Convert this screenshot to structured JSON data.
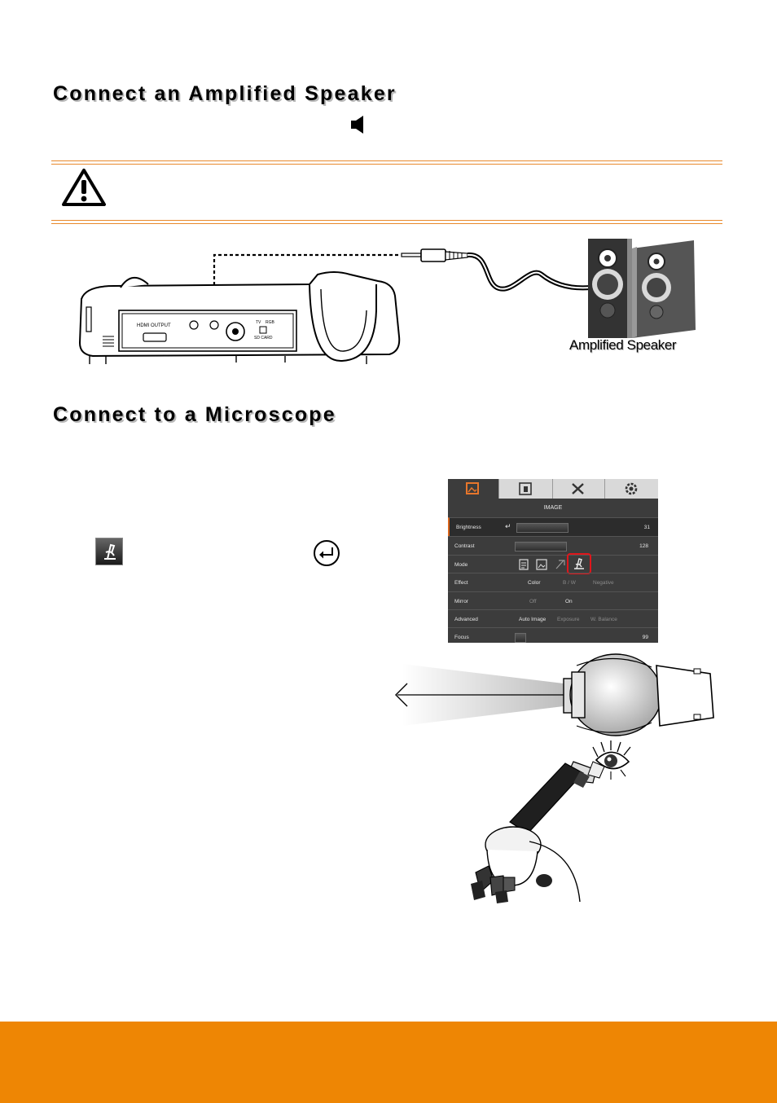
{
  "sections": {
    "speaker_heading": "Connect an Amplified Speaker",
    "microscope_heading": "Connect to a Microscope"
  },
  "speaker_figure": {
    "caption": "Amplified Speaker",
    "panel_labels": {
      "hdmi": "HDMI OUTPUT",
      "tv": "TV",
      "rgb": "RGB",
      "sdcard": "SD CARD"
    }
  },
  "osd_menu": {
    "title": "IMAGE",
    "rows": [
      {
        "label": "Brightness",
        "value": "31"
      },
      {
        "label": "Contrast",
        "value": "128"
      },
      {
        "label": "Mode",
        "value": ""
      },
      {
        "label": "Effect",
        "options": [
          "Color",
          "B / W",
          "Negative"
        ]
      },
      {
        "label": "Mirror",
        "options": [
          "Off",
          "On"
        ]
      },
      {
        "label": "Advanced",
        "options": [
          "Auto Image",
          "Exposure",
          "W. Balance"
        ]
      },
      {
        "label": "Focus",
        "value": "99"
      }
    ]
  },
  "colors": {
    "accent": "#ee8604",
    "rule": "#e8892b",
    "highlight": "#e0161b"
  }
}
